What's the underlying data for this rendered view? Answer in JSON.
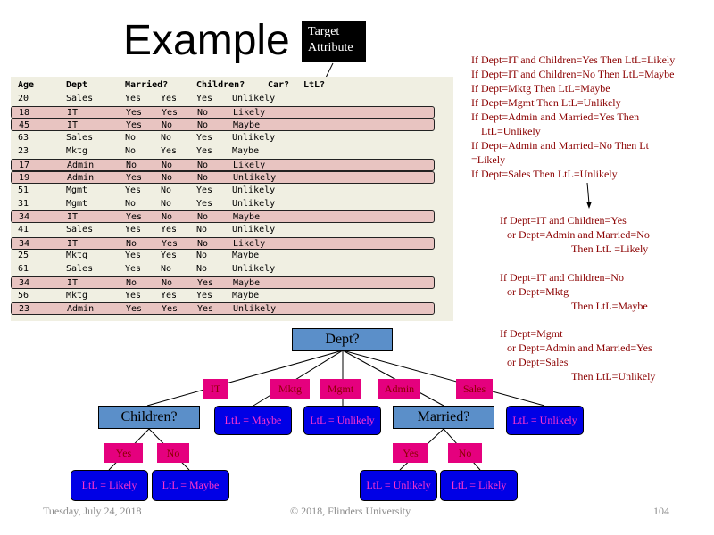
{
  "slide": {
    "title": "Example",
    "target_label": [
      "Target",
      "Attribute"
    ]
  },
  "table": {
    "headers": [
      "Age",
      "Dept",
      "Married?",
      "Children?",
      "Car?",
      "LtL?"
    ],
    "rows": [
      {
        "age": "20",
        "dept": "Sales",
        "married": "Yes",
        "children": "Yes",
        "car": "Yes",
        "ltl": "Unlikely",
        "highlighted": false
      },
      {
        "age": "18",
        "dept": "IT",
        "married": "Yes",
        "children": "Yes",
        "car": "No",
        "ltl": "Likely",
        "highlighted": true
      },
      {
        "age": "45",
        "dept": "IT",
        "married": "Yes",
        "children": "No",
        "car": "No",
        "ltl": "Maybe",
        "highlighted": true
      },
      {
        "age": "63",
        "dept": "Sales",
        "married": "No",
        "children": "No",
        "car": "Yes",
        "ltl": "Unlikely",
        "highlighted": false
      },
      {
        "age": "23",
        "dept": "Mktg",
        "married": "No",
        "children": "Yes",
        "car": "Yes",
        "ltl": "Maybe",
        "highlighted": false
      },
      {
        "age": "17",
        "dept": "Admin",
        "married": "No",
        "children": "No",
        "car": "No",
        "ltl": "Likely",
        "highlighted": true
      },
      {
        "age": "19",
        "dept": "Admin",
        "married": "Yes",
        "children": "No",
        "car": "No",
        "ltl": "Unlikely",
        "highlighted": true
      },
      {
        "age": "51",
        "dept": "Mgmt",
        "married": "Yes",
        "children": "No",
        "car": "Yes",
        "ltl": "Unlikely",
        "highlighted": false
      },
      {
        "age": "31",
        "dept": "Mgmt",
        "married": "No",
        "children": "No",
        "car": "Yes",
        "ltl": "Unlikely",
        "highlighted": false
      },
      {
        "age": "34",
        "dept": "IT",
        "married": "Yes",
        "children": "No",
        "car": "No",
        "ltl": "Maybe",
        "highlighted": true
      },
      {
        "age": "41",
        "dept": "Sales",
        "married": "Yes",
        "children": "Yes",
        "car": "No",
        "ltl": "Unlikely",
        "highlighted": false
      },
      {
        "age": "34",
        "dept": "IT",
        "married": "No",
        "children": "Yes",
        "car": "No",
        "ltl": "Likely",
        "highlighted": true
      },
      {
        "age": "25",
        "dept": "Mktg",
        "married": "Yes",
        "children": "Yes",
        "car": "No",
        "ltl": "Maybe",
        "highlighted": false
      },
      {
        "age": "61",
        "dept": "Sales",
        "married": "Yes",
        "children": "No",
        "car": "No",
        "ltl": "Unlikely",
        "highlighted": false
      },
      {
        "age": "34",
        "dept": "IT",
        "married": "No",
        "children": "No",
        "car": "Yes",
        "ltl": "Maybe",
        "highlighted": true
      },
      {
        "age": "56",
        "dept": "Mktg",
        "married": "Yes",
        "children": "Yes",
        "car": "Yes",
        "ltl": "Maybe",
        "highlighted": false
      },
      {
        "age": "23",
        "dept": "Admin",
        "married": "Yes",
        "children": "Yes",
        "car": "Yes",
        "ltl": "Unlikely",
        "highlighted": true
      }
    ]
  },
  "rules": [
    "If Dept=IT and Children=Yes Then LtL=Likely",
    "If Dept=IT and Children=No Then LtL=Maybe",
    "If Dept=Mktg Then LtL=Maybe",
    "If Dept=Mgmt Then LtL=Unlikely",
    "If Dept=Admin and Married=Yes Then",
    "    LtL=Unlikely",
    "If Dept=Admin and Married=No Then Lt",
    "=Likely",
    "If Dept=Sales Then LtL=Unlikely"
  ],
  "combined_rules": [
    [
      "If Dept=IT and Children=Yes",
      "   or Dept=Admin and Married=No",
      "                    Then LtL =Likely"
    ],
    [
      "If Dept=IT and Children=No",
      "   or Dept=Mktg",
      "                    Then LtL=Maybe"
    ],
    [
      "If Dept=Mgmt",
      "   or Dept=Admin and Married=Yes",
      "   or Dept=Sales",
      "                    Then LtL=Unlikely"
    ]
  ],
  "tree": {
    "root": "Dept?",
    "edges": {
      "it": "IT",
      "mktg": "Mktg",
      "mgmt": "Mgmt",
      "admin": "Admin",
      "sales": "Sales",
      "children_yes": "Yes",
      "children_no": "No",
      "married_yes": "Yes",
      "married_no": "No"
    },
    "nodes": {
      "children": "Children?",
      "married": "Married?"
    },
    "leaves": {
      "mktg": "LtL = Maybe",
      "mgmt": "LtL = Unlikely",
      "sales": "LtL = Unlikely",
      "children_yes": "LtL = Likely",
      "children_no": "LtL = Maybe",
      "married_yes": "LtL = Unlikely",
      "married_no": "LtL = Likely"
    }
  },
  "footer": {
    "date": "Tuesday, July 24, 2018",
    "copyright": "© 2018, Flinders University",
    "page": "104"
  },
  "colors": {
    "decision_node": "#5b8fc9",
    "edge_label": "#e5007e",
    "leaf": "#0000e6",
    "leaf_text": "#ff33cc",
    "rule_text": "#8b0000",
    "row_highlight": "#e8c4c1"
  }
}
